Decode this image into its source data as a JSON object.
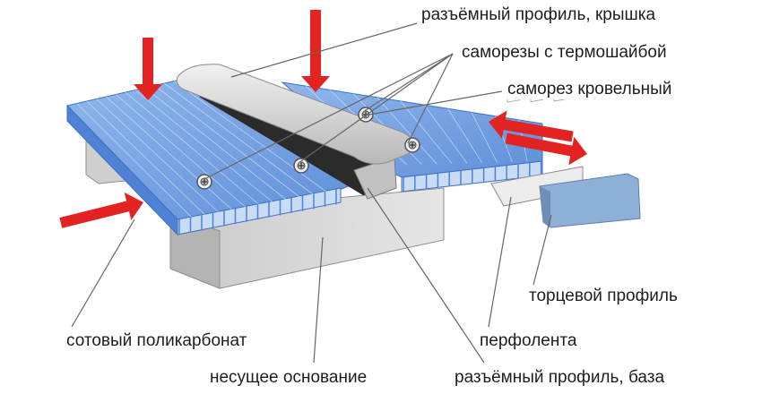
{
  "labels": {
    "cap_profile": "разъёмный профиль, крышка",
    "thermo_screws": "саморезы с термошайбой",
    "roof_screw": "саморез кровельный",
    "end_profile": "торцевой профиль",
    "honeycomb_pc": "сотовый поликарбонат",
    "perf_tape": "перфолента",
    "support_base": "несущее основание",
    "base_profile": "разъёмный профиль, база"
  },
  "colors": {
    "sheet_top": "#6f9fe0",
    "sheet_edge": "#4f82d6",
    "rib": "#d8e8fb",
    "support": "#d6d6d6",
    "support_dark": "#a9a9a9",
    "cap": "#c9c9c9",
    "profile_dark": "#2b2b2b",
    "end_profile": "#8fb0d6",
    "arrow": "#e32222",
    "leader": "#666666"
  },
  "icons": [
    "force-arrow-icon",
    "screw-icon"
  ]
}
